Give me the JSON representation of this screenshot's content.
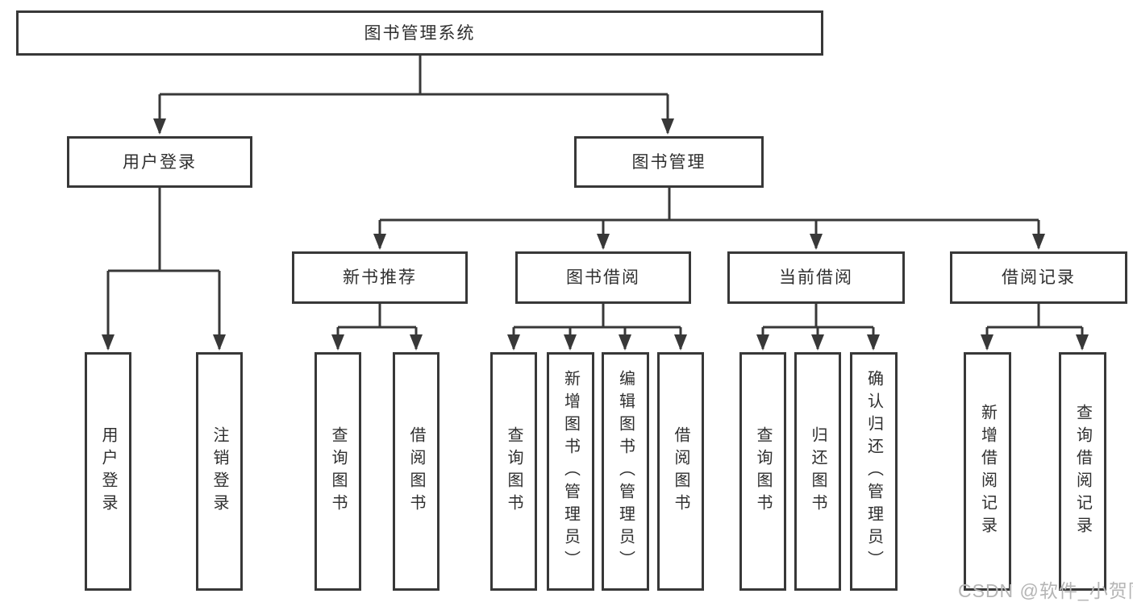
{
  "colors": {
    "line": "#383838",
    "text": "#2f2f2f",
    "watermark": "#b5b5b5",
    "background": "#ffffff"
  },
  "watermark": {
    "text": "CSDN @软件_小贺同学"
  },
  "tree": {
    "label": "图书管理系统",
    "children": [
      {
        "label": "用户登录",
        "children": [
          {
            "label": "用户登录"
          },
          {
            "label": "注销登录"
          }
        ]
      },
      {
        "label": "图书管理",
        "children": [
          {
            "label": "新书推荐",
            "children": [
              {
                "label": "查询图书"
              },
              {
                "label": "借阅图书"
              }
            ]
          },
          {
            "label": "图书借阅",
            "children": [
              {
                "label": "查询图书"
              },
              {
                "label": "新增图书（管理员）"
              },
              {
                "label": "编辑图书（管理员）"
              },
              {
                "label": "借阅图书"
              }
            ]
          },
          {
            "label": "当前借阅",
            "children": [
              {
                "label": "查询图书"
              },
              {
                "label": "归还图书"
              },
              {
                "label": "确认归还（管理员）"
              }
            ]
          },
          {
            "label": "借阅记录",
            "children": [
              {
                "label": "新增借阅记录"
              },
              {
                "label": "查询借阅记录"
              }
            ]
          }
        ]
      }
    ]
  }
}
